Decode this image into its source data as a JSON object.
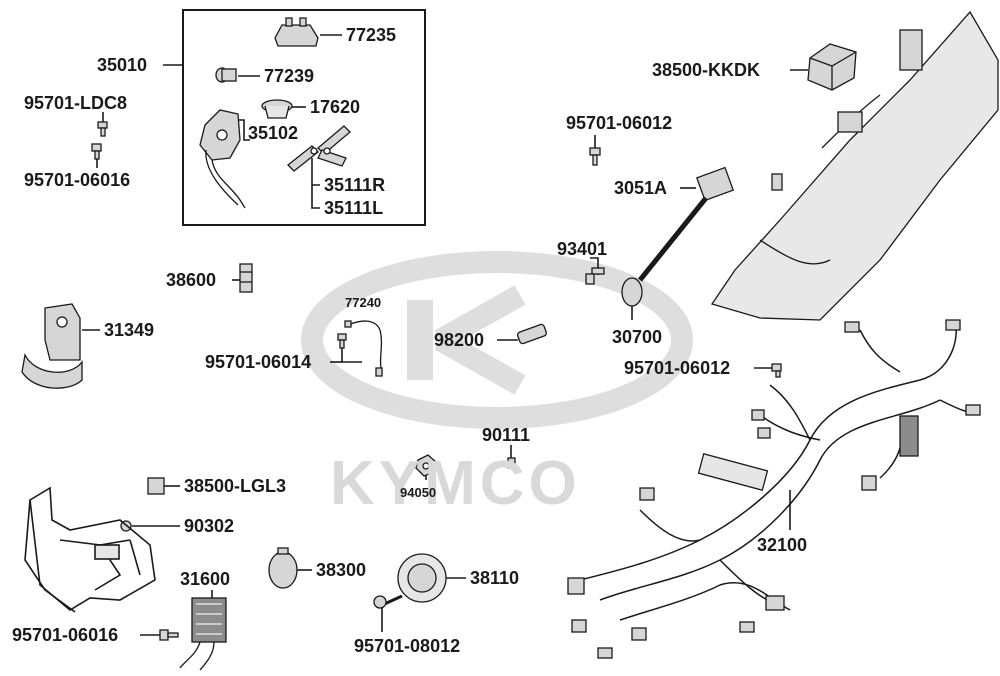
{
  "watermark": {
    "brand_text": "KYMCO"
  },
  "colors": {
    "line": "#1a1a1a",
    "part_fill": "#d6d6d6",
    "part_dark": "#8c8c8c",
    "watermark": "#dedede"
  },
  "parts": {
    "p35010": "35010",
    "p77235": "77235",
    "p77239": "77239",
    "p17620": "17620",
    "p35102": "35102",
    "p35111R": "35111R",
    "p35111L": "35111L",
    "p95701_LDC8": "95701-LDC8",
    "p95701_06016_top": "95701-06016",
    "p38600": "38600",
    "p31349": "31349",
    "p77240": "77240",
    "p95701_06014": "95701-06014",
    "p38500_KKDK": "38500-KKDK",
    "p95701_06012_top": "95701-06012",
    "p3051A": "3051A",
    "p93401": "93401",
    "p30700": "30700",
    "p98200": "98200",
    "p95701_06012_mid": "95701-06012",
    "p90111": "90111",
    "p94050": "94050",
    "p38500_LGL3": "38500-LGL3",
    "p90302": "90302",
    "p31600": "31600",
    "p95701_06016_bot": "95701-06016",
    "p38300": "38300",
    "p38110": "38110",
    "p95701_08012": "95701-08012",
    "p32100": "32100"
  }
}
